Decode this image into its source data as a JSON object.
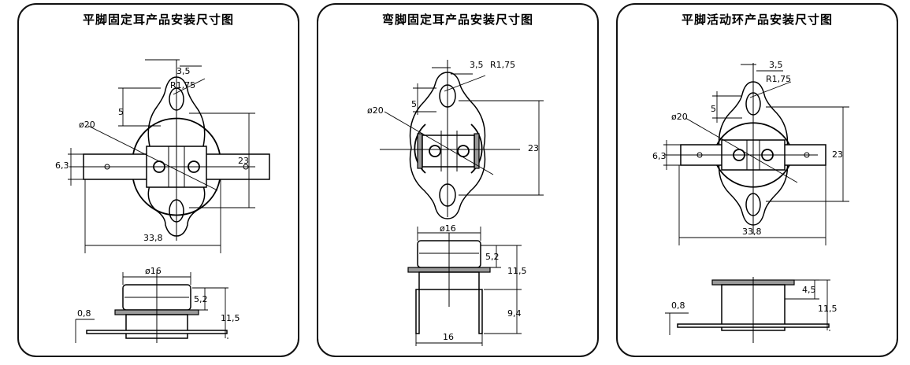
{
  "panels": [
    {
      "title": "平脚固定耳产品安装尺寸图",
      "dims": {
        "hole_pitch": "3,5",
        "hole_radius": "R1,75",
        "ear_height": "5",
        "diameter": "ø20",
        "tab_width": "6,3",
        "center_distance": "23",
        "total_width": "33,8",
        "cap_diameter": "ø16",
        "cap_height": "5,2",
        "total_height": "11,5",
        "sheet_thickness": "0,8"
      }
    },
    {
      "title": "弯脚固定耳产品安装尺寸图",
      "dims": {
        "hole_pitch": "3,5",
        "hole_radius": "R1,75",
        "ear_height": "5",
        "diameter": "ø20",
        "center_distance": "23",
        "cap_diameter": "ø16",
        "cap_height": "5,2",
        "total_height": "11,5",
        "leg_length": "9,4",
        "leg_span": "16"
      }
    },
    {
      "title": "平脚活动环产品安装尺寸图",
      "dims": {
        "hole_pitch": "3,5",
        "hole_radius": "R1,75",
        "ear_height": "5",
        "diameter": "ø20",
        "tab_width": "6,3",
        "center_distance": "23",
        "total_width": "33,8",
        "cap_height": "4,5",
        "total_height": "11,5",
        "sheet_thickness": "0,8"
      }
    }
  ]
}
